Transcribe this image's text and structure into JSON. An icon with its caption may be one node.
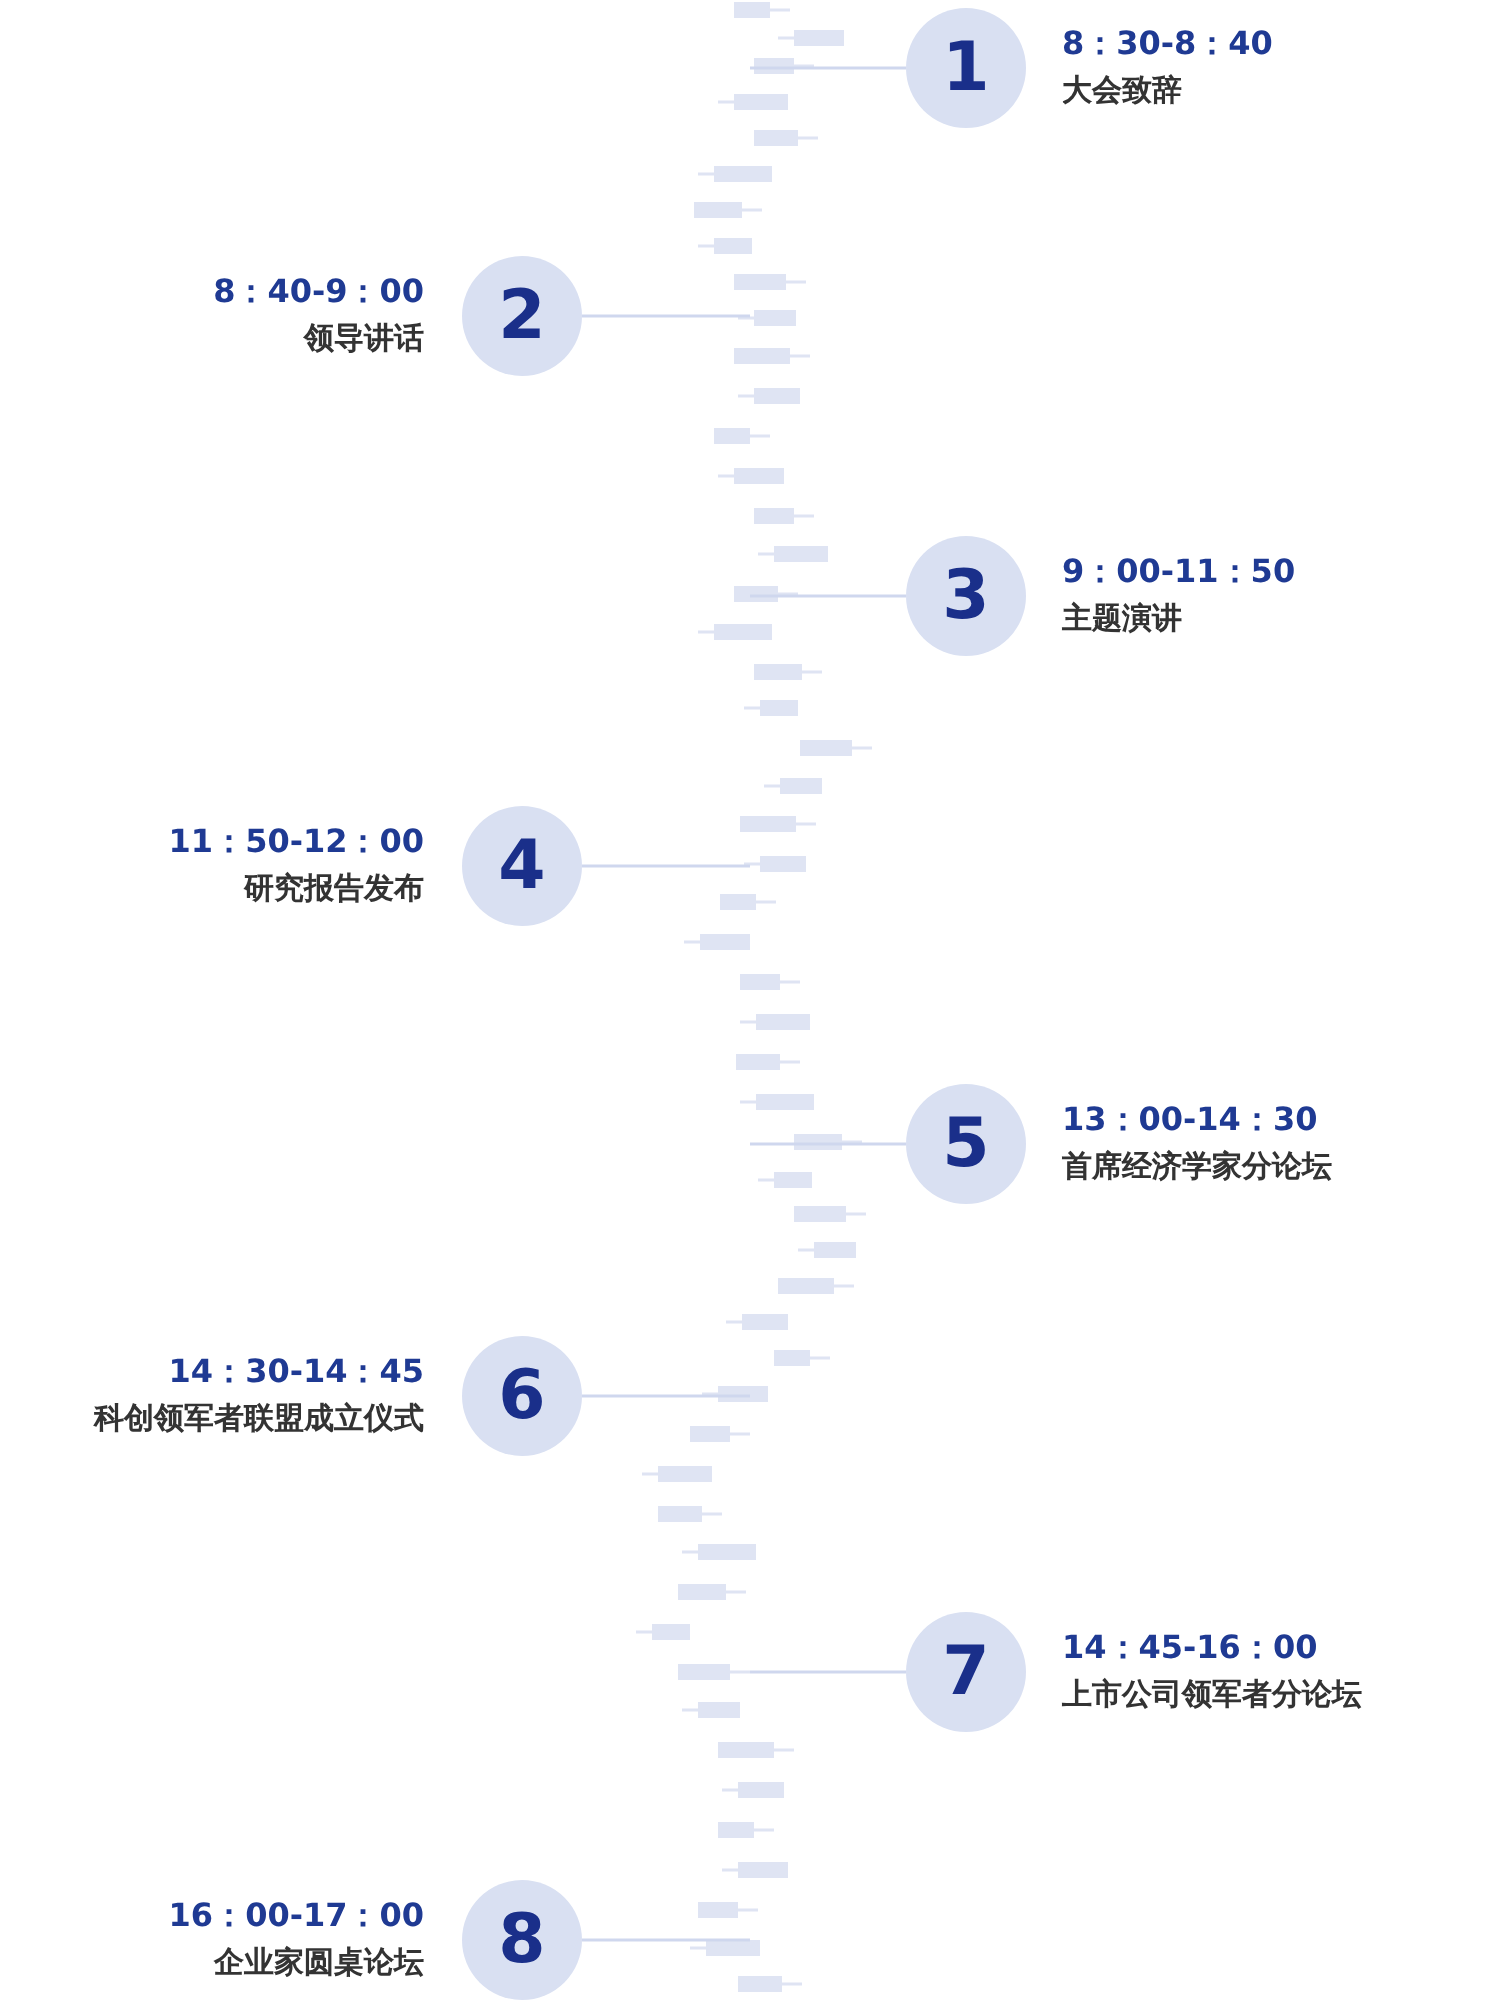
{
  "diagram": {
    "nodes": [
      {
        "text": [
          "1"
        ],
        "beside": [
          "8：30-8：40",
          "大会致辞"
        ]
      },
      {
        "text": [
          "2"
        ],
        "beside": [
          "8：40-9：00",
          "领导讲话"
        ]
      },
      {
        "text": [
          "3"
        ],
        "beside": [
          "9：00-11：50",
          "主题演讲"
        ]
      },
      {
        "text": [
          "4"
        ],
        "beside": [
          "11：50-12：00",
          "研究报告发布"
        ]
      },
      {
        "text": [
          "5"
        ],
        "beside": [
          "13：00-14：30",
          "首席经济学家分论坛"
        ]
      },
      {
        "text": [
          "6"
        ],
        "beside": [
          "14：30-14：45",
          "科创领军者联盟成立仪式"
        ]
      },
      {
        "text": [
          "7"
        ],
        "beside": [
          "14：45-16：00",
          "上市公司领军者分论坛"
        ]
      },
      {
        "text": [
          "8"
        ],
        "beside": [
          "16：00-17：00",
          "企业家圆桌论坛"
        ]
      }
    ],
    "edges": [
      {
        "from": 0,
        "to": null,
        "arrow": "none"
      },
      {
        "from": 1,
        "to": null,
        "arrow": "none"
      },
      {
        "from": 2,
        "to": null,
        "arrow": "none"
      },
      {
        "from": 3,
        "to": null,
        "arrow": "none"
      },
      {
        "from": 4,
        "to": null,
        "arrow": "none"
      },
      {
        "from": 5,
        "to": null,
        "arrow": "none"
      },
      {
        "from": 6,
        "to": null,
        "arrow": "none"
      },
      {
        "from": 7,
        "to": null,
        "arrow": "none"
      }
    ]
  }
}
